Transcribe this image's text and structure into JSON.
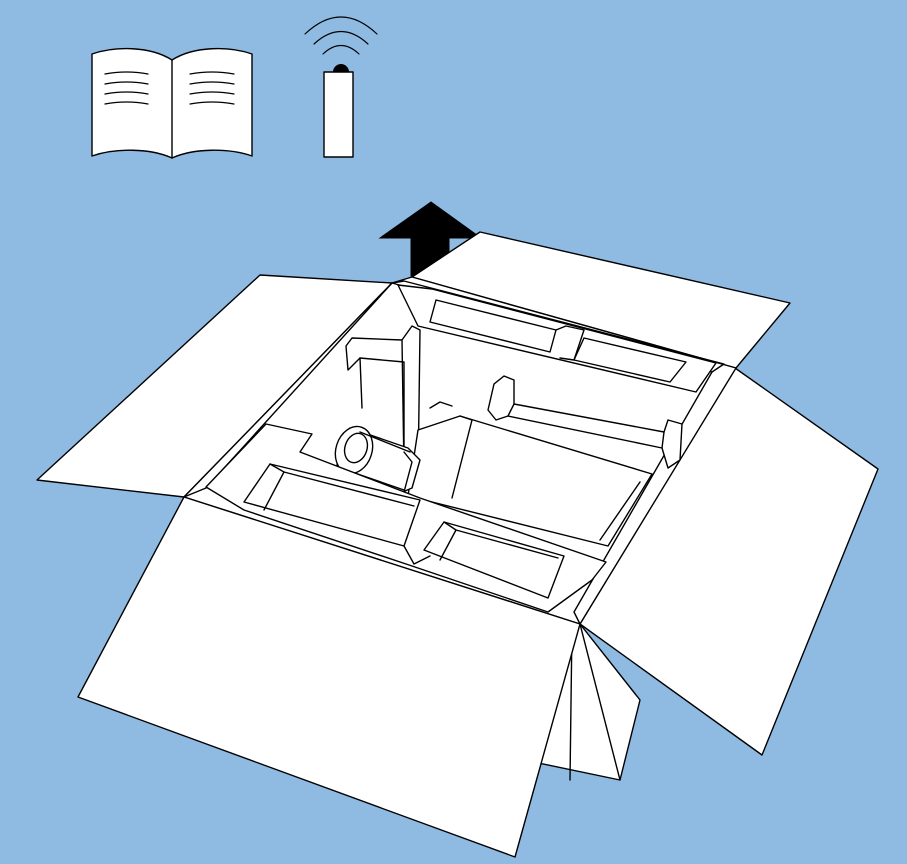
{
  "scene": {
    "description_colors": {
      "background": "#8fbbe3",
      "line": "#000000",
      "fill": "#ffffff",
      "arrow": "#000000"
    },
    "items": [
      {
        "name": "manual-icon",
        "kind": "book"
      },
      {
        "name": "remote-control-icon",
        "kind": "remote"
      }
    ],
    "action": "lift-out"
  }
}
